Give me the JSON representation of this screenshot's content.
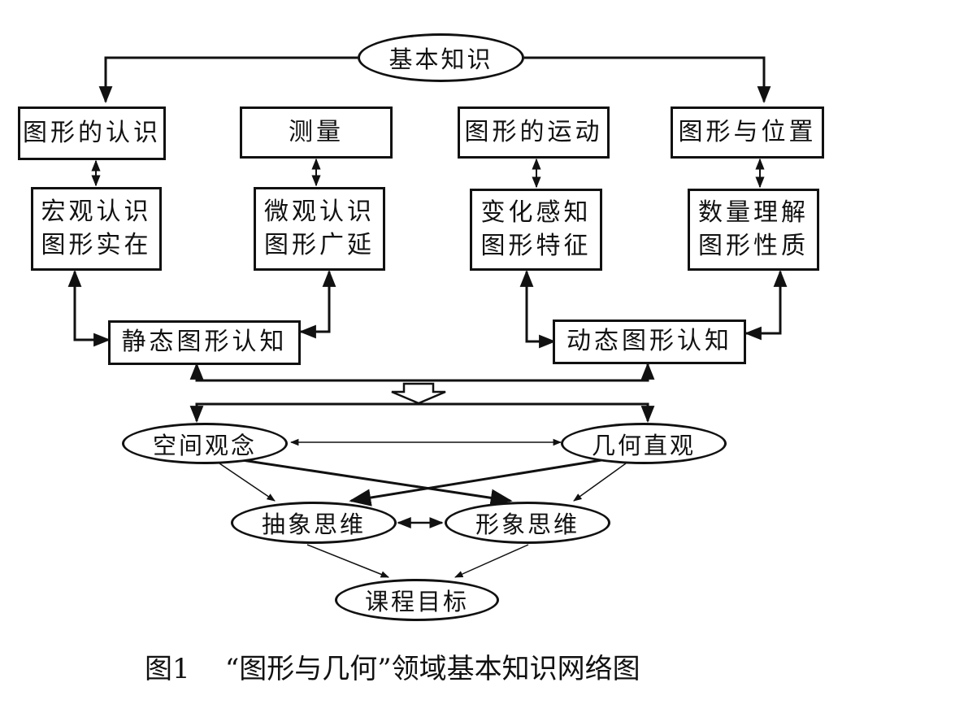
{
  "root": "基本知识",
  "categories": {
    "recognition": "图形的认识",
    "measurement": "测量",
    "motion": "图形的运动",
    "position": "图形与位置"
  },
  "details": {
    "recognition": "宏观认识\n图形实在",
    "measurement": "微观认识\n图形广延",
    "motion": "变化感知\n图形特征",
    "position": "数量理解\n图形性质"
  },
  "cognition": {
    "static": "静态图形认知",
    "dynamic": "动态图形认知"
  },
  "concepts": {
    "spatial": "空间观念",
    "geometric": "几何直观",
    "abstract": "抽象思维",
    "imagery": "形象思维",
    "goal": "课程目标"
  },
  "caption": "图1    “图形与几何”领域基本知识网络图"
}
